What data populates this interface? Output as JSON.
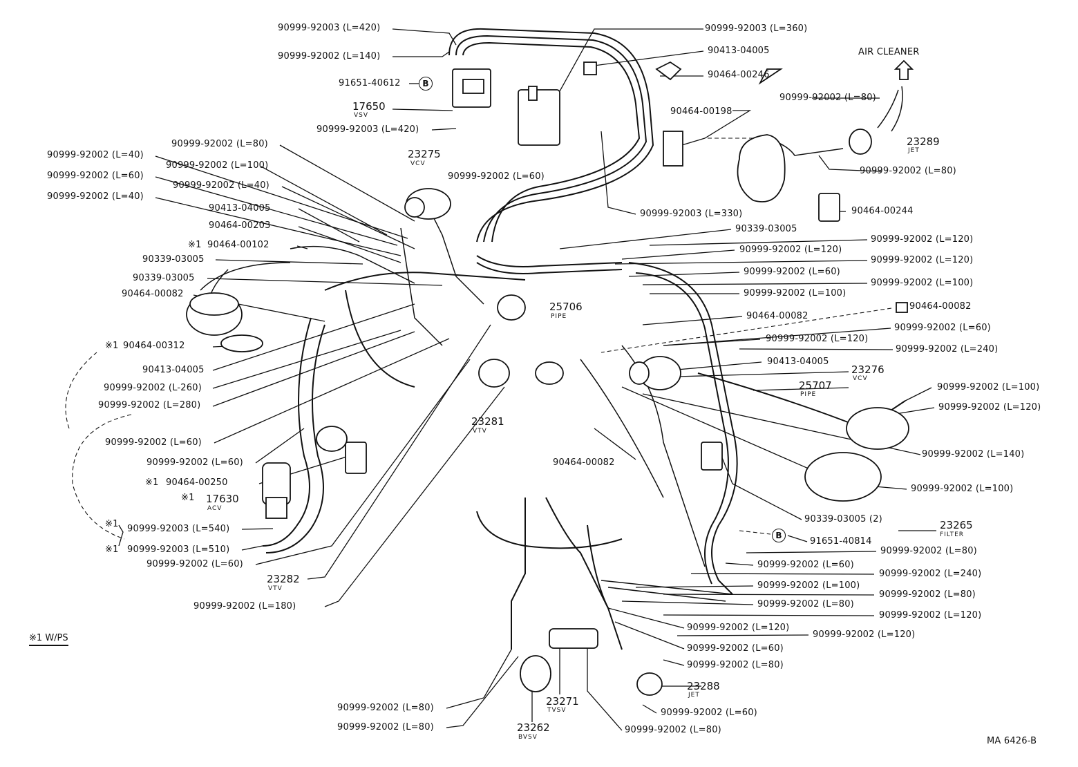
{
  "diagram_code": "MA 6426-B",
  "note": {
    "mark": "※1",
    "text": "W/PS"
  },
  "air_cleaner": "AIR CLEANER",
  "callout_b": "B",
  "components": [
    {
      "id": "vsv",
      "number": "17650",
      "name": "VSV"
    },
    {
      "id": "vcv1",
      "number": "23275",
      "name": "VCV"
    },
    {
      "id": "jet1",
      "number": "23289",
      "name": "JET"
    },
    {
      "id": "pipe1",
      "number": "25706",
      "name": "PIPE"
    },
    {
      "id": "vcv2",
      "number": "23276",
      "name": "VCV"
    },
    {
      "id": "pipe2",
      "number": "25707",
      "name": "PIPE"
    },
    {
      "id": "vtv1",
      "number": "23281",
      "name": "VTV"
    },
    {
      "id": "acv",
      "number": "17630",
      "name": "ACV",
      "mark": "※1"
    },
    {
      "id": "vtv2",
      "number": "23282",
      "name": "VTV"
    },
    {
      "id": "filter",
      "number": "23265",
      "name": "FILTER"
    },
    {
      "id": "tvsv",
      "number": "23271",
      "name": "TVSV"
    },
    {
      "id": "bvsv",
      "number": "23262",
      "name": "BVSV"
    },
    {
      "id": "jet2",
      "number": "23288",
      "name": "JET"
    }
  ],
  "labels_left": [
    "90999-92003 (L=420)",
    "90999-92002 (L=140)",
    "91651-40612",
    "90999-92003 (L=420)",
    "90999-92002 (L=80)",
    "90999-92002 (L=40)",
    "90999-92002 (L=100)",
    "90999-92002 (L=60)",
    "90999-92002 (L=40)",
    "90999-92002 (L=40)",
    "90413-04005",
    "90464-00203",
    "90464-00102",
    "90339-03005",
    "90339-03005",
    "90464-00082",
    "90464-00312",
    "90413-04005",
    "90999-92002 (L-260)",
    "90999-92002 (L=280)",
    "90999-92002 (L=60)",
    "90999-92002 (L=60)",
    "90464-00250",
    "90999-92003 (L=540)",
    "90999-92003 (L=510)",
    "90999-92002 (L=60)",
    "90999-92002 (L=180)",
    "90999-92002 (L=60)"
  ],
  "labels_right": [
    "90999-92003 (L=360)",
    "90413-04005",
    "90464-00246",
    "90999-92002 (L=80)",
    "90464-00198",
    "90999-92002 (L=80)",
    "90464-00244",
    "90999-92003 (L=330)",
    "90339-03005",
    "90999-92002 (L=120)",
    "90999-92002 (L=120)",
    "90999-92002 (L=120)",
    "90999-92002 (L=60)",
    "90999-92002 (L=100)",
    "90999-92002 (L=100)",
    "90464-00082",
    "90464-00082",
    "90999-92002 (L=60)",
    "90999-92002 (L=120)",
    "90999-92002 (L=240)",
    "90413-04005",
    "90999-92002 (L=100)",
    "90999-92002 (L=120)",
    "90999-92002 (L=140)",
    "90999-92002 (L=100)",
    "90464-00082",
    "90339-03005 (2)",
    "91651-40814",
    "90999-92002 (L=80)",
    "90999-92002 (L=60)",
    "90999-92002 (L=240)",
    "90999-92002 (L=100)",
    "90999-92002 (L=80)",
    "90999-92002 (L=80)",
    "90999-92002 (L=120)",
    "90999-92002 (L=120)",
    "90999-92002 (L=120)",
    "90999-92002 (L=60)",
    "90999-92002 (L=80)",
    "90999-92002 (L=60)",
    "90999-92002 (L=80)",
    "90999-92002 (L=80)",
    "90999-92002 (L=80)"
  ]
}
